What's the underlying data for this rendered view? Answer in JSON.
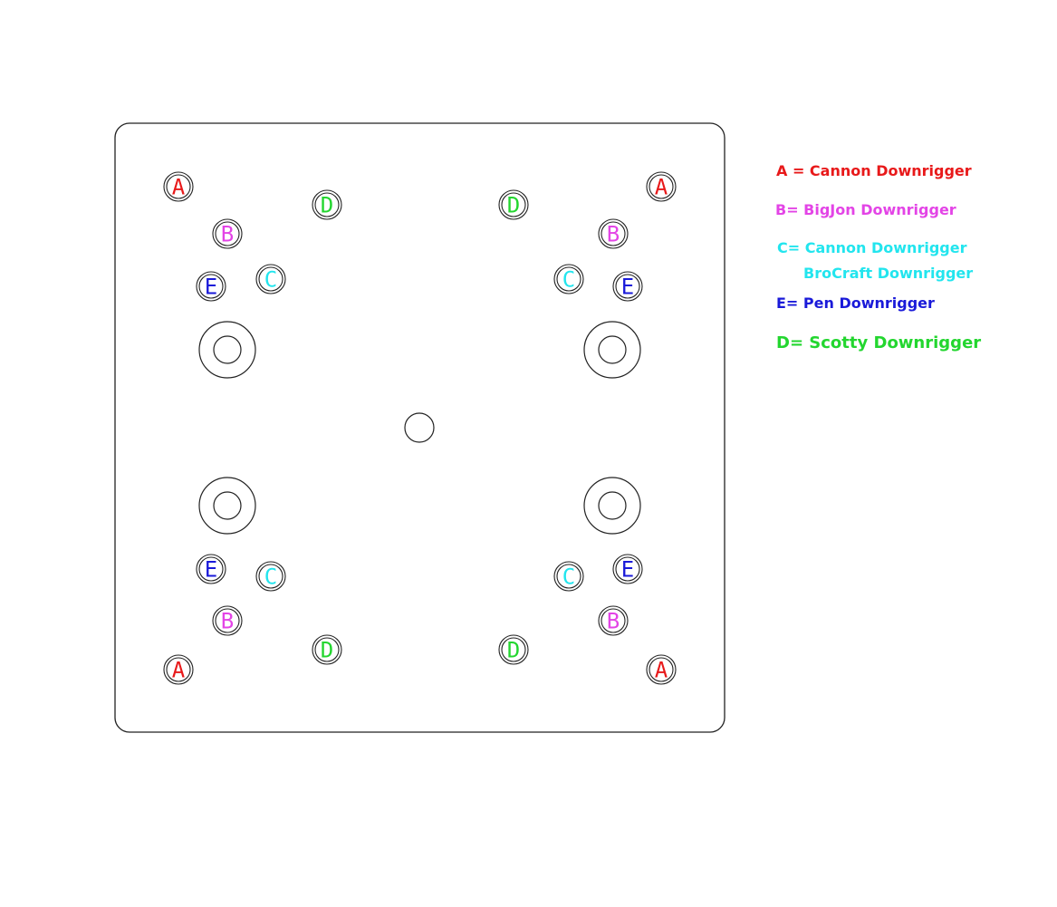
{
  "colors": {
    "A": "#e8191a",
    "B": "#e344e6",
    "C": "#22e5ee",
    "D": "#23d62f",
    "E": "#1a1ad9",
    "outline": "#222222"
  },
  "legend": {
    "a": "A = Cannon Downrigger",
    "b": "B= BigJon Downrigger",
    "c1": "C= Cannon Downrigger",
    "c2": "BroCraft Downrigger",
    "e": "E= Pen Downrigger",
    "d": "D= Scotty Downrigger"
  },
  "holes": {
    "top_left": {
      "a": "A",
      "b": "B",
      "c": "C",
      "d": "D",
      "e": "E"
    },
    "top_right": {
      "a": "A",
      "b": "B",
      "c": "C",
      "d": "D",
      "e": "E"
    },
    "bottom_left": {
      "a": "A",
      "b": "B",
      "c": "C",
      "d": "D",
      "e": "E"
    },
    "bottom_right": {
      "a": "A",
      "b": "B",
      "c": "C",
      "d": "D",
      "e": "E"
    }
  }
}
